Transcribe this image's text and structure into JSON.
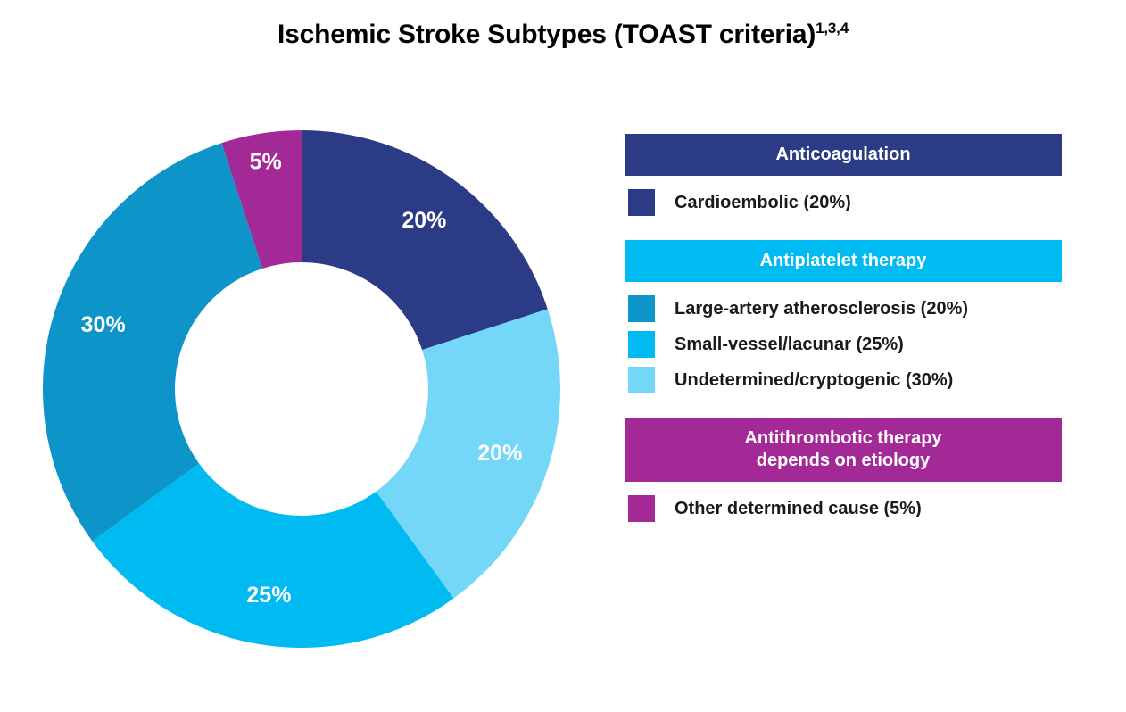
{
  "chart_data": {
    "type": "pie",
    "title": "Ischemic Stroke Subtypes (TOAST criteria)",
    "title_superscript": "1,3,4",
    "variant": "donut",
    "start_angle_deg": 0,
    "direction": "clockwise",
    "xlabel": "",
    "ylabel": "",
    "grid": false,
    "legend_position": "right",
    "categories": [
      "Cardioembolic",
      "Undetermined/cryptogenic",
      "Small-vessel/lacunar",
      "Large-artery atherosclerosis",
      "Other determined cause"
    ],
    "values": [
      20,
      20,
      25,
      30,
      5
    ],
    "slice_labels": [
      "20%",
      "20%",
      "25%",
      "30%",
      "5%"
    ],
    "colors": [
      "#2b3b85",
      "#75d7f7",
      "#00baf2",
      "#0d94c8",
      "#a32a96"
    ],
    "legend_values": [
      20,
      30,
      25,
      20,
      5
    ]
  },
  "title": {
    "text": "Ischemic Stroke Subtypes (TOAST criteria)",
    "superscript": "1,3,4"
  },
  "donut": {
    "slices": [
      {
        "name": "Cardioembolic",
        "value": 20,
        "label": "20%",
        "color": "#2b3b85"
      },
      {
        "name": "Undetermined/cryptogenic",
        "value": 20,
        "label": "20%",
        "color": "#75d7f7"
      },
      {
        "name": "Small-vessel/lacunar",
        "value": 25,
        "label": "25%",
        "color": "#00baf2"
      },
      {
        "name": "Large-artery atherosclerosis",
        "value": 30,
        "label": "30%",
        "color": "#0d94c8"
      },
      {
        "name": "Other determined cause",
        "value": 5,
        "label": "5%",
        "color": "#a32a96"
      }
    ]
  },
  "legend": {
    "groups": [
      {
        "header": "Anticoagulation",
        "header_color": "#2b3b85",
        "items": [
          {
            "label": "Cardioembolic (20%)",
            "color": "#2b3b85"
          }
        ]
      },
      {
        "header": "Antiplatelet therapy",
        "header_color": "#00baf2",
        "items": [
          {
            "label": "Large-artery atherosclerosis (20%)",
            "color": "#0d94c8"
          },
          {
            "label": "Small-vessel/lacunar (25%)",
            "color": "#00baf2"
          },
          {
            "label": "Undetermined/cryptogenic (30%)",
            "color": "#75d7f7"
          }
        ]
      },
      {
        "header": "Antithrombotic therapy depends on etiology",
        "header_line1": "Antithrombotic therapy",
        "header_line2": "depends on etiology",
        "header_color": "#a32a96",
        "items": [
          {
            "label": "Other determined cause (5%)",
            "color": "#a32a96"
          }
        ]
      }
    ]
  }
}
